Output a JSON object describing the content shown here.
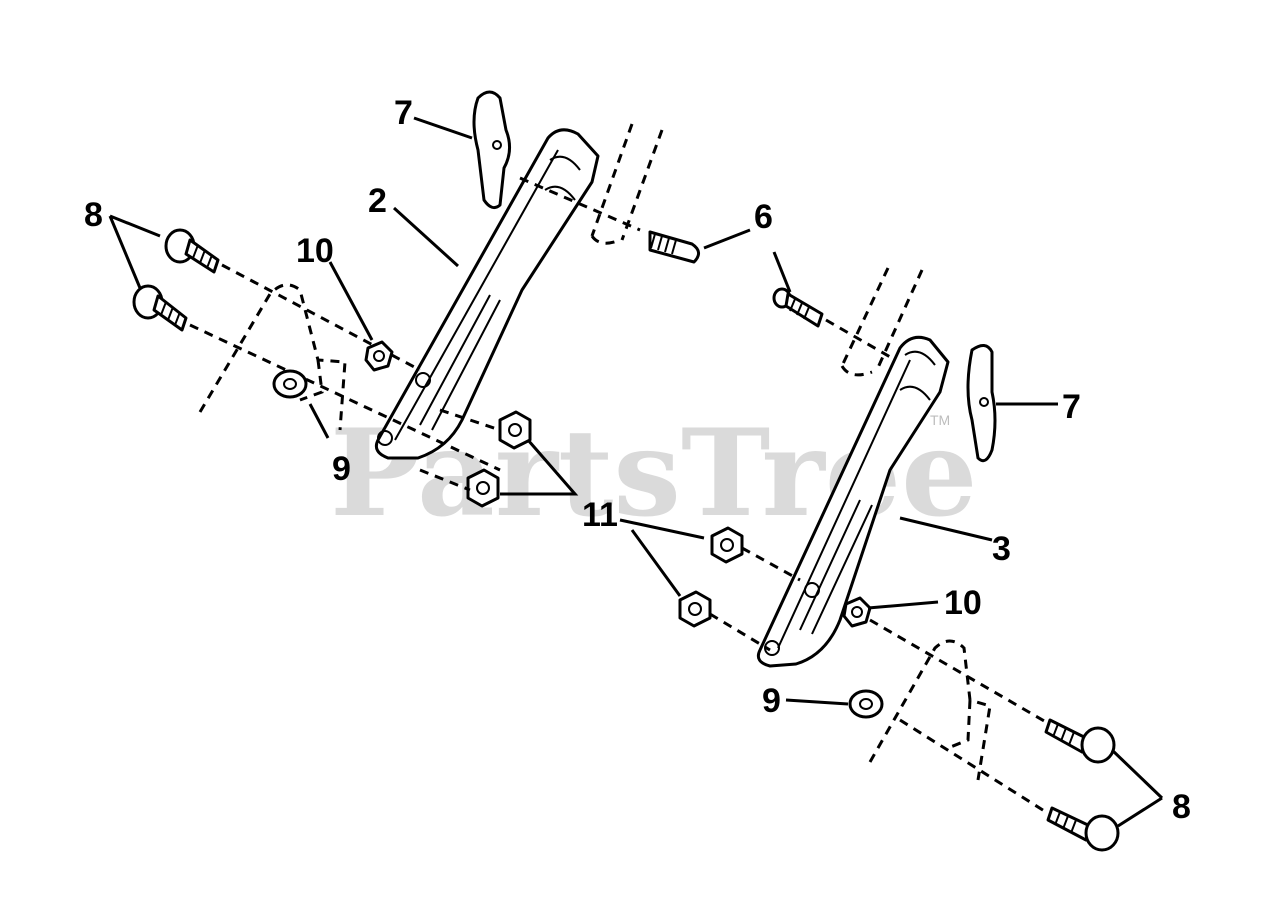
{
  "watermark": {
    "text": "PartsTree",
    "trademark": "TM"
  },
  "callouts": {
    "bracket_left": "2",
    "bracket_right": "3",
    "bolt_top": "6",
    "bolt_mid": "6",
    "clip_left": "7",
    "clip_right": "7",
    "screws_left": "8",
    "screws_right": "8",
    "washer_left": "9",
    "washer_right": "9",
    "nut_left": "10",
    "nut_right": "10",
    "nuts_shared": "11"
  }
}
